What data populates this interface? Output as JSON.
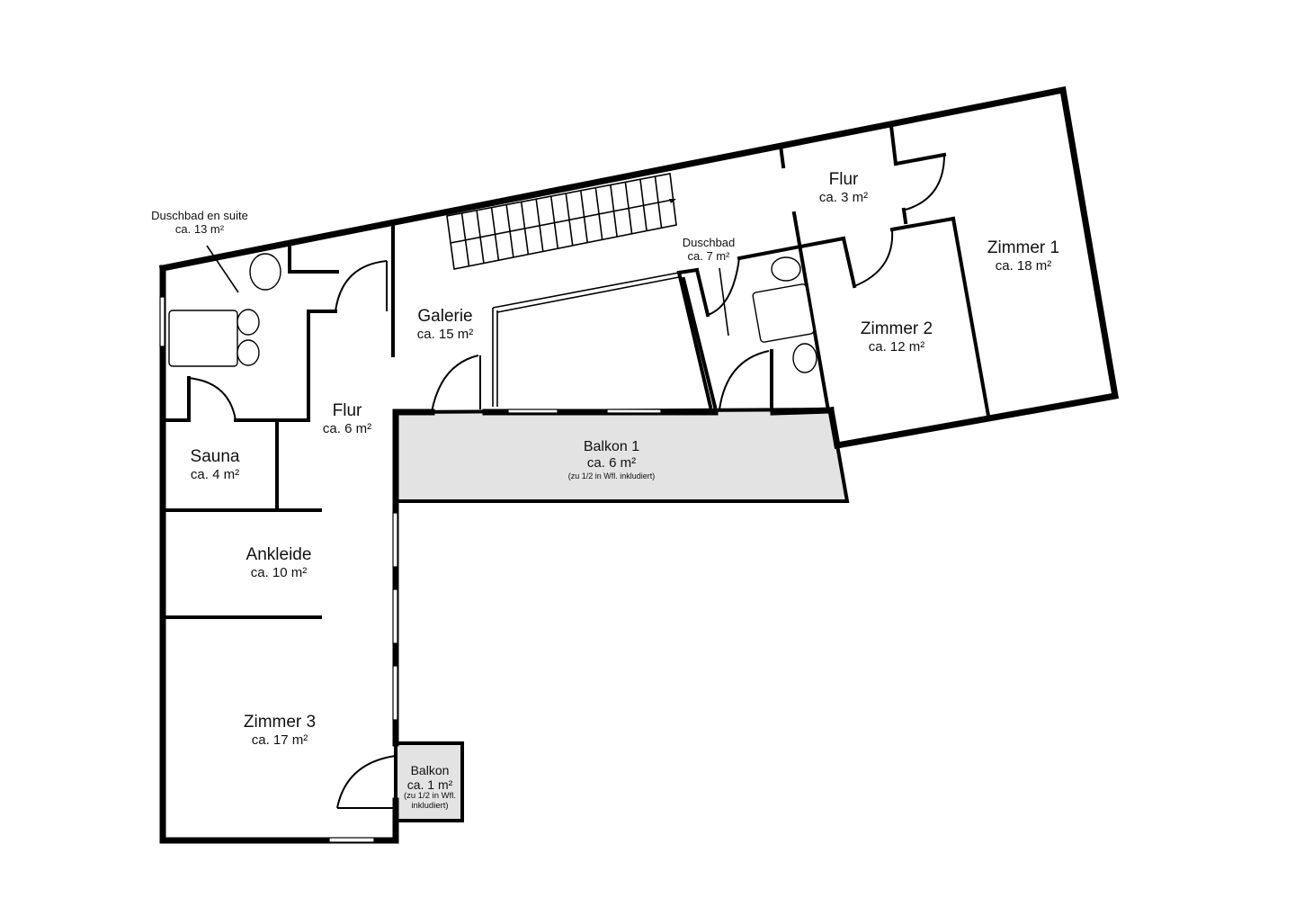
{
  "floorplan": {
    "rooms": [
      {
        "id": "duschbad-en-suite",
        "name": "Duschbad en suite",
        "area": "ca. 13 m²"
      },
      {
        "id": "galerie",
        "name": "Galerie",
        "area": "ca. 15 m²"
      },
      {
        "id": "duschbad",
        "name": "Duschbad",
        "area": "ca. 7 m²"
      },
      {
        "id": "flur-north",
        "name": "Flur",
        "area": "ca. 3 m²"
      },
      {
        "id": "zimmer-1",
        "name": "Zimmer 1",
        "area": "ca. 18 m²"
      },
      {
        "id": "zimmer-2",
        "name": "Zimmer 2",
        "area": "ca. 12 m²"
      },
      {
        "id": "flur-west",
        "name": "Flur",
        "area": "ca. 6 m²"
      },
      {
        "id": "sauna",
        "name": "Sauna",
        "area": "ca. 4 m²"
      },
      {
        "id": "balkon-1",
        "name": "Balkon 1",
        "area": "ca. 6 m²",
        "note": "(zu 1/2 in Wfl. inkludiert)"
      },
      {
        "id": "ankleide",
        "name": "Ankleide",
        "area": "ca. 10 m²"
      },
      {
        "id": "zimmer-3",
        "name": "Zimmer 3",
        "area": "ca. 17 m²"
      },
      {
        "id": "balkon",
        "name": "Balkon",
        "area": "ca. 1 m²",
        "note_line1": "(zu 1/2 in Wfl.",
        "note_line2": "inkludiert)"
      }
    ],
    "colors": {
      "wall": "#000000",
      "balcony_fill": "#e3e3e3",
      "background": "#ffffff"
    }
  }
}
